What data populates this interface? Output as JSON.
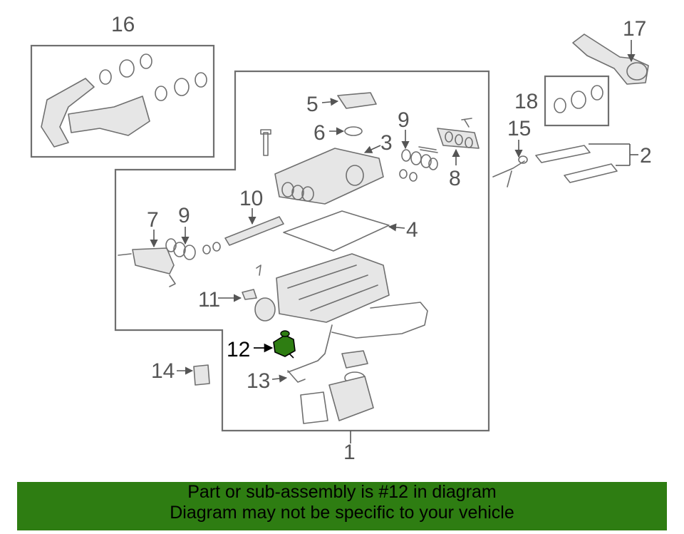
{
  "diagram": {
    "callouts": {
      "c1": "1",
      "c2": "2",
      "c3": "3",
      "c4": "4",
      "c5": "5",
      "c6": "6",
      "c7": "7",
      "c8": "8",
      "c9a": "9",
      "c9b": "9",
      "c10": "10",
      "c11": "11",
      "c12": "12",
      "c13": "13",
      "c14": "14",
      "c15": "15",
      "c16": "16",
      "c17": "17",
      "c18": "18"
    },
    "highlighted_part": "12",
    "highlight_color": "#2e7d12"
  },
  "banner": {
    "line1": "Part or sub-assembly is #12 in diagram",
    "line2": "Diagram may not be specific to your vehicle",
    "background": "#2e7d12"
  }
}
